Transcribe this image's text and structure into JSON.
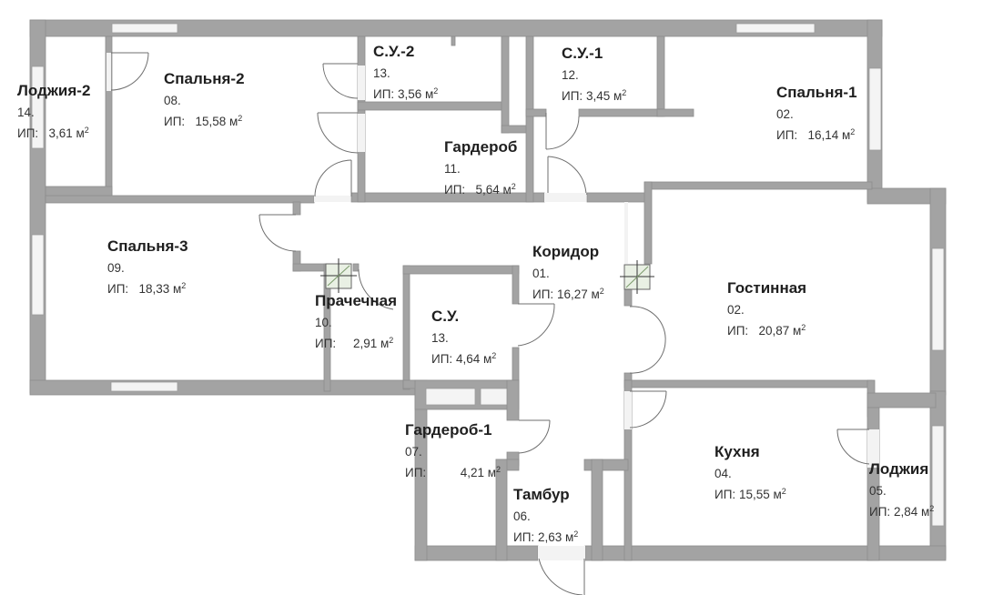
{
  "plan": {
    "area_prefix": "ИП:",
    "unit": "м",
    "unit_exp": "2",
    "rooms": [
      {
        "id": "loggia2",
        "name": "Лоджия-2",
        "number": "14.",
        "area": "3,61"
      },
      {
        "id": "bedroom2",
        "name": "Спальня-2",
        "number": "08.",
        "area": "15,58"
      },
      {
        "id": "bath2",
        "name": "С.У.-2",
        "number": "13.",
        "area": "3,56"
      },
      {
        "id": "bath1",
        "name": "С.У.-1",
        "number": "12.",
        "area": "3,45"
      },
      {
        "id": "bedroom1",
        "name": "Спальня-1",
        "number": "02.",
        "area": "16,14"
      },
      {
        "id": "wardrobe",
        "name": "Гардероб",
        "number": "11.",
        "area": "5,64"
      },
      {
        "id": "bedroom3",
        "name": "Спальня-3",
        "number": "09.",
        "area": "18,33"
      },
      {
        "id": "corridor",
        "name": "Коридор",
        "number": "01.",
        "area": "16,27"
      },
      {
        "id": "laundry",
        "name": "Прачечная",
        "number": "10.",
        "area": "2,91"
      },
      {
        "id": "bath3",
        "name": "С.У.",
        "number": "13.",
        "area": "4,64"
      },
      {
        "id": "living",
        "name": "Гостинная",
        "number": "02.",
        "area": "20,87"
      },
      {
        "id": "wardrobe1",
        "name": "Гардероб-1",
        "number": "07.",
        "area": "4,21"
      },
      {
        "id": "vestibule",
        "name": "Тамбур",
        "number": "06.",
        "area": "2,63"
      },
      {
        "id": "kitchen",
        "name": "Кухня",
        "number": "04.",
        "area": "15,55"
      },
      {
        "id": "loggia",
        "name": "Лоджия",
        "number": "05.",
        "area": "2,84"
      }
    ]
  }
}
